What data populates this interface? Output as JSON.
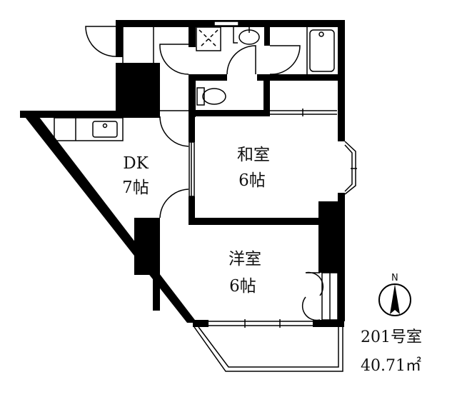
{
  "floor_plan": {
    "rooms": [
      {
        "id": "dk",
        "name": "DK",
        "size": "7帖"
      },
      {
        "id": "washitsu",
        "name": "和室",
        "size": "6帖"
      },
      {
        "id": "youshitsu",
        "name": "洋室",
        "size": "6帖"
      }
    ],
    "unit": {
      "number": "201号室",
      "area": "40.71㎡"
    },
    "compass": {
      "label": "N"
    },
    "colors": {
      "wall": "#000000",
      "background": "#ffffff"
    }
  }
}
